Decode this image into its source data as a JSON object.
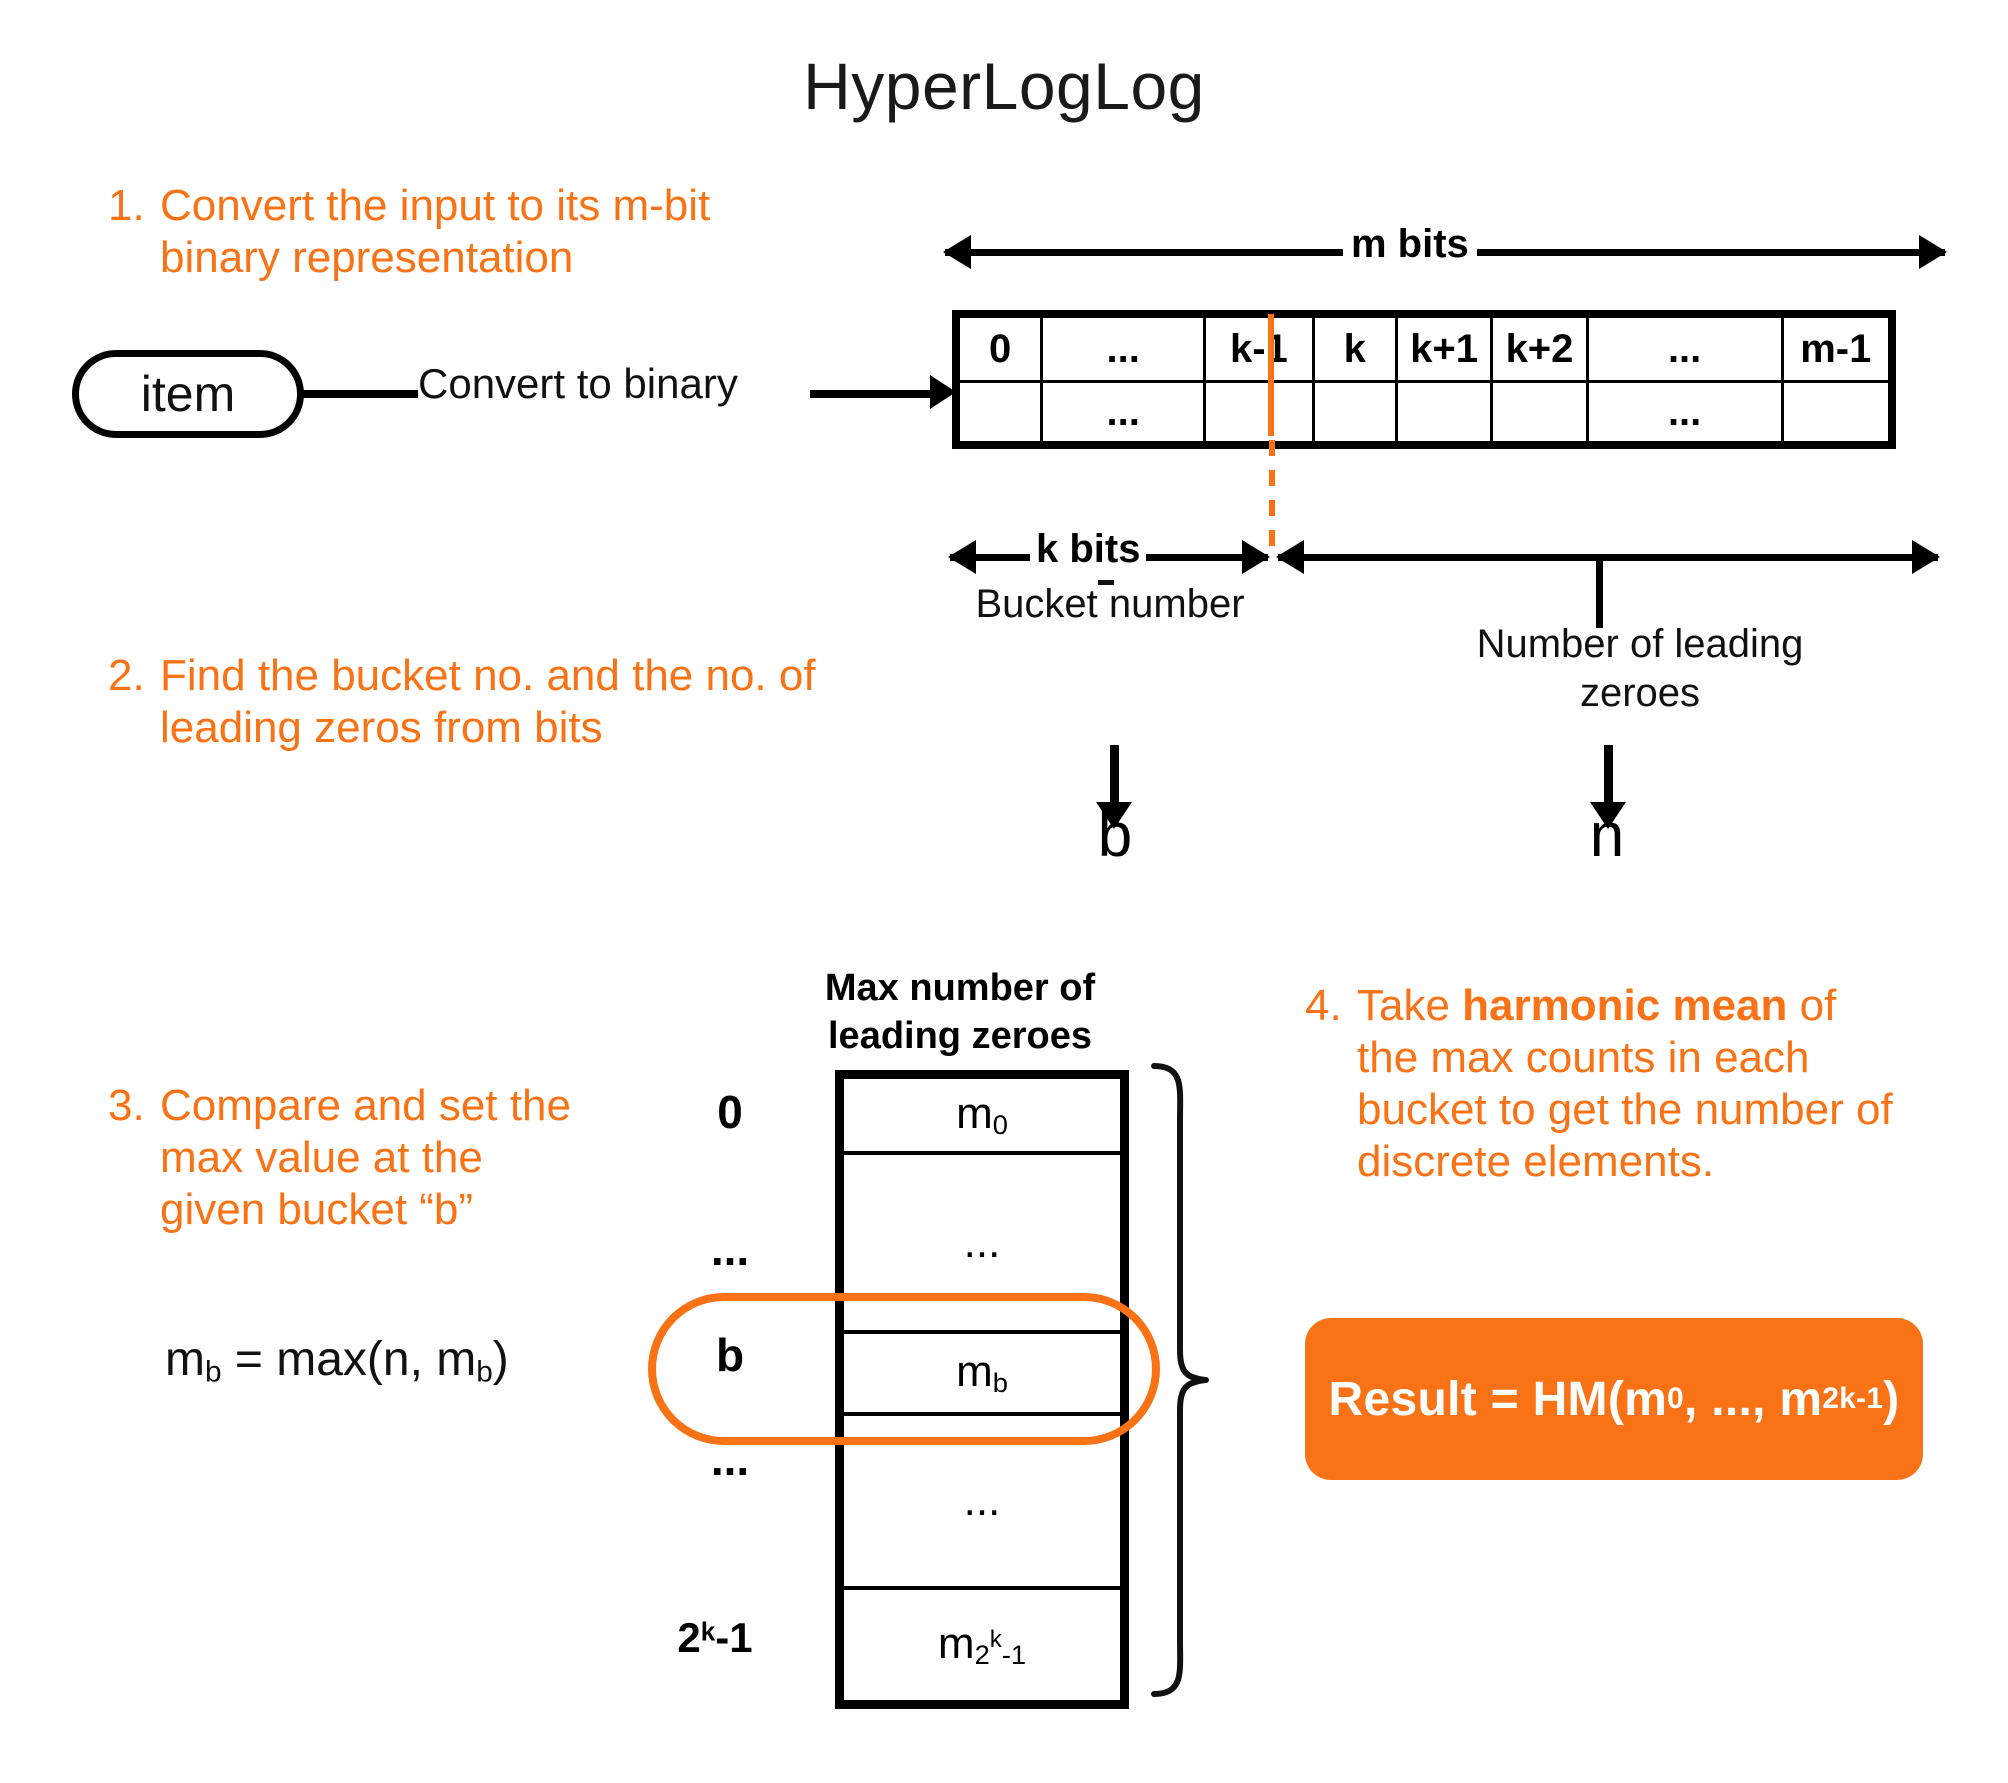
{
  "title": "HyperLogLog",
  "accent_color": "#F97316",
  "steps": [
    {
      "num": "1.",
      "text": "Convert the input to its m-bit binary representation"
    },
    {
      "num": "2.",
      "text": "Find the bucket no. and the no. of leading zeros from bits"
    },
    {
      "num": "3.",
      "text": "Compare and set the max value at the given bucket “b”"
    },
    {
      "num": "4.",
      "text_before": "Take ",
      "bold": "harmonic mean",
      "text_after": " of the max counts in each bucket to get the number of discrete elements."
    }
  ],
  "flow": {
    "item_label": "item",
    "convert_label": "Convert to binary"
  },
  "bit_table": {
    "span_label": "m bits",
    "row1": [
      "0",
      "...",
      "k-1",
      "k",
      "k+1",
      "k+2",
      "...",
      "m-1"
    ],
    "row2": [
      "",
      "...",
      "",
      "",
      "",
      "",
      "...",
      ""
    ],
    "k_bits_label": "k bits",
    "bucket_caption": "Bucket number",
    "leading_zeros_caption": "Number of leading zeroes",
    "bucket_output": "b",
    "leading_zeros_output": "n"
  },
  "bucket_table": {
    "header": "Max number of leading zeroes",
    "rows": [
      {
        "label": "0",
        "label_sup": "",
        "value": "m",
        "value_sub": "0"
      },
      {
        "label": "...",
        "label_sup": "",
        "value": "...",
        "value_sub": ""
      },
      {
        "label": "b",
        "label_sup": "",
        "value": "m",
        "value_sub": "b"
      },
      {
        "label": "...",
        "label_sup": "",
        "value": "...",
        "value_sub": ""
      },
      {
        "label": "2",
        "label_sup": "k",
        "label_tail": "-1",
        "value": "m",
        "value_sub": "2",
        "value_sup": "k",
        "value_tail": "-1"
      }
    ]
  },
  "formula": {
    "text": "m",
    "sub1": "b",
    "mid": " = max(n, m",
    "sub2": "b",
    "end": ")"
  },
  "result": {
    "prefix": "Result = HM(m",
    "sub1": "0",
    "mid": ", ..., m",
    "sub2": "2",
    "sup": "k",
    "tail": "-1",
    "end": ")"
  }
}
